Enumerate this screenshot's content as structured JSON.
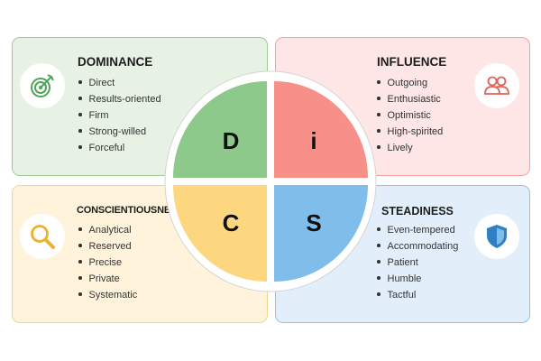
{
  "quadrants": {
    "dominance": {
      "title": "DOMINANCE",
      "letter": "D",
      "icon": "target-icon",
      "color": "#8cc98a",
      "traits": [
        "Direct",
        "Results-oriented",
        "Firm",
        "Strong-willed",
        "Forceful"
      ]
    },
    "influence": {
      "title": "INFLUENCE",
      "letter": "i",
      "icon": "people-icon",
      "color": "#f79089",
      "traits": [
        "Outgoing",
        "Enthusiastic",
        "Optimistic",
        "High-spirited",
        "Lively"
      ]
    },
    "conscientiousness": {
      "title": "CONSCIENTIOUSNESS",
      "letter": "C",
      "icon": "magnifier-icon",
      "color": "#fcd780",
      "traits": [
        "Analytical",
        "Reserved",
        "Precise",
        "Private",
        "Systematic"
      ]
    },
    "steadiness": {
      "title": "STEADINESS",
      "letter": "S",
      "icon": "shield-icon",
      "color": "#7fbdea",
      "traits": [
        "Even-tempered",
        "Accommodating",
        "Patient",
        "Humble",
        "Tactful"
      ]
    }
  }
}
